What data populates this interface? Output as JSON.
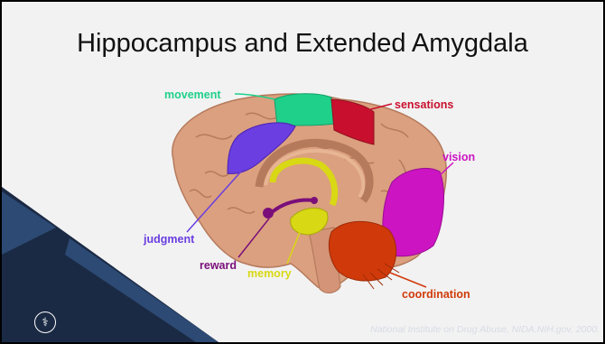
{
  "slide": {
    "title": "Hippocampus and Extended Amygdala",
    "citation": "National Institute on Drug Abuse, NIDA.NIH.gov, 2000."
  },
  "diagram": {
    "labels": {
      "movement": "movement",
      "sensations": "sensations",
      "vision": "vision",
      "judgment": "judgment",
      "reward": "reward",
      "memory": "memory",
      "coordination": "coordination"
    },
    "colors": {
      "movement": "#1fd08a",
      "sensations": "#c8102e",
      "vision": "#cc14c2",
      "judgment": "#6a3ee0",
      "reward": "#7a0f7a",
      "memory": "#d8d814",
      "coordination": "#d03a0a",
      "brain": "#dba07f"
    }
  },
  "theme": {
    "dark_navy": "#1b2a44",
    "mid_blue": "#2c4a73",
    "background": "#f2f2f2"
  },
  "logo": {
    "icon": "caduceus-icon"
  }
}
